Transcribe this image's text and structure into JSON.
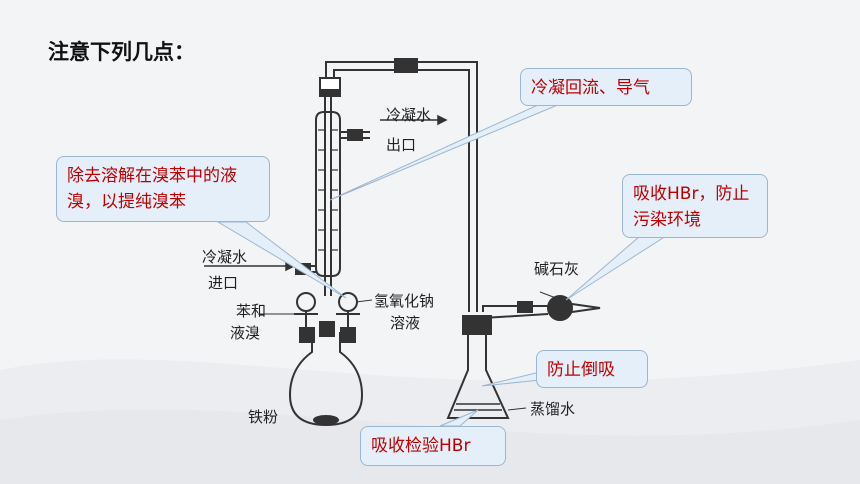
{
  "title": "注意下列几点：",
  "labels": {
    "water_out_top": "冷凝水",
    "water_out_bottom": "出口",
    "water_in_top": "冷凝水",
    "water_in_bottom": "进口",
    "reagents_1": "苯和",
    "reagents_2": "液溴",
    "naoh_1": "氢氧化钠",
    "naoh_2": "溶液",
    "iron": "铁粉",
    "soda_lime": "碱石灰",
    "distilled_water": "蒸馏水"
  },
  "callouts": {
    "condense": "冷凝回流、导气",
    "remove_bromine": "除去溶解在溴苯中的液溴，以提纯溴苯",
    "absorb_hbr": "吸收HBr，防止污染环境",
    "prevent_suckback": "防止倒吸",
    "test_hbr": "吸收检验HBr"
  },
  "colors": {
    "callout_text": "#c00000",
    "callout_bg": "#e4effa",
    "line": "#333333"
  }
}
